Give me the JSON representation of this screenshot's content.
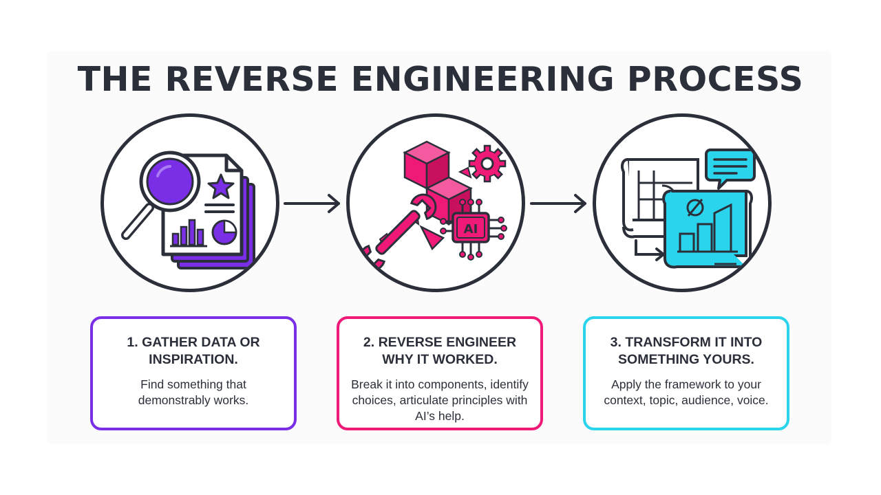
{
  "title": "THE REVERSE ENGINEERING PROCESS",
  "colors": {
    "ink": "#2b2f3a",
    "purple": "#7a2ee6",
    "magenta": "#ef1a78",
    "cyan": "#2ad4ec"
  },
  "steps": [
    {
      "title": "1. GATHER DATA OR INSPIRATION.",
      "body": "Find something that demonstrably works.",
      "icon": "magnifier-documents-icon",
      "accent": "#7a2ee6"
    },
    {
      "title": "2. REVERSE ENGINEER WHY IT WORKED.",
      "body": "Break it into components, identify choices, articulate principles with AI’s help.",
      "icon": "cube-wrench-ai-chip-icon",
      "accent": "#ef1a78",
      "icon_text": "AI"
    },
    {
      "title": "3. TRANSFORM IT INTO SOMETHING YOURS.",
      "body": "Apply the framework to your context, topic, audience, voice.",
      "icon": "blueprint-chat-icon",
      "accent": "#2ad4ec"
    }
  ]
}
